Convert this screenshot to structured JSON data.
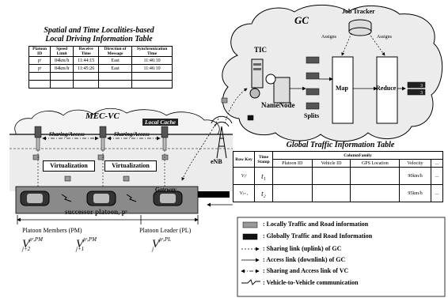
{
  "left_table": {
    "title_line1": "Spatial and Time Localities-based",
    "title_line2": "Local Driving Information Table",
    "headers": [
      "Platoon ID",
      "Speed Limit",
      "Receive Time",
      "Direction of Message",
      "Synchronization Time"
    ],
    "rows": [
      [
        "pˢ",
        "84km/h",
        "11:44:15",
        "East",
        "11:46:10"
      ],
      [
        "pˢ",
        "84km/h",
        "11:45:26",
        "East",
        "11:46:10"
      ]
    ]
  },
  "gc": {
    "title": "GC",
    "job_tracker": "Job Tracker",
    "assigns_1": "Assigns",
    "assigns_2": "Assigns",
    "tic": "TIC",
    "namenode": "NameNode",
    "splits": "Splits",
    "map": "Map",
    "reduce": "Reduce"
  },
  "mec": {
    "title": "MEC-VC",
    "local_cache": "Local Cache",
    "sharing_1": "Sharing/Access",
    "sharing_2": "Sharing/Access",
    "virtualization_1": "Virtualization",
    "virtualization_2": "Virtualization",
    "gateway": "Gateway",
    "successor": "successor platoon, pˢ",
    "enb": "eNB"
  },
  "vehicles": {
    "members_label": "Platoon Members (PM)",
    "leader_label": "Platoon Leader (PL)",
    "v1_base": "V",
    "v1_sup": "pˢ,PM",
    "v1_sub": "j+2",
    "v2_base": "V",
    "v2_sup": "pˢ,PM",
    "v2_sub": "j+1",
    "v3_base": "V",
    "v3_sup": "pˢ,PL",
    "v3_sub": "j"
  },
  "global_table": {
    "title": "Global  Traffic Information Table",
    "row_key": "Row Key",
    "time_stamp": "Time Stamp",
    "column_family": "ColumnFamily",
    "cols": [
      "Platoon ID",
      "Vehicle ID",
      "GPS Location",
      "Velocity",
      "..."
    ],
    "rows": [
      {
        "key": "Vⱼˢ",
        "t": "t₁",
        "velocity": "90km/h",
        "more": "..."
      },
      {
        "key": "Vⱼ₊₁",
        "t": "t₂",
        "velocity": "95km/h",
        "more": "..."
      }
    ]
  },
  "legend": {
    "locally": ": Locally Traffic and Road information",
    "globally": ": Globally Traffic and Road Information",
    "uplink": ": Sharing link (uplink) of GC",
    "downlink": ": Access link (downlink) of GC",
    "sharing_vc": ": Sharing and Access link of VC",
    "v2v": ": Vehicle-to-Vehicle communication"
  }
}
